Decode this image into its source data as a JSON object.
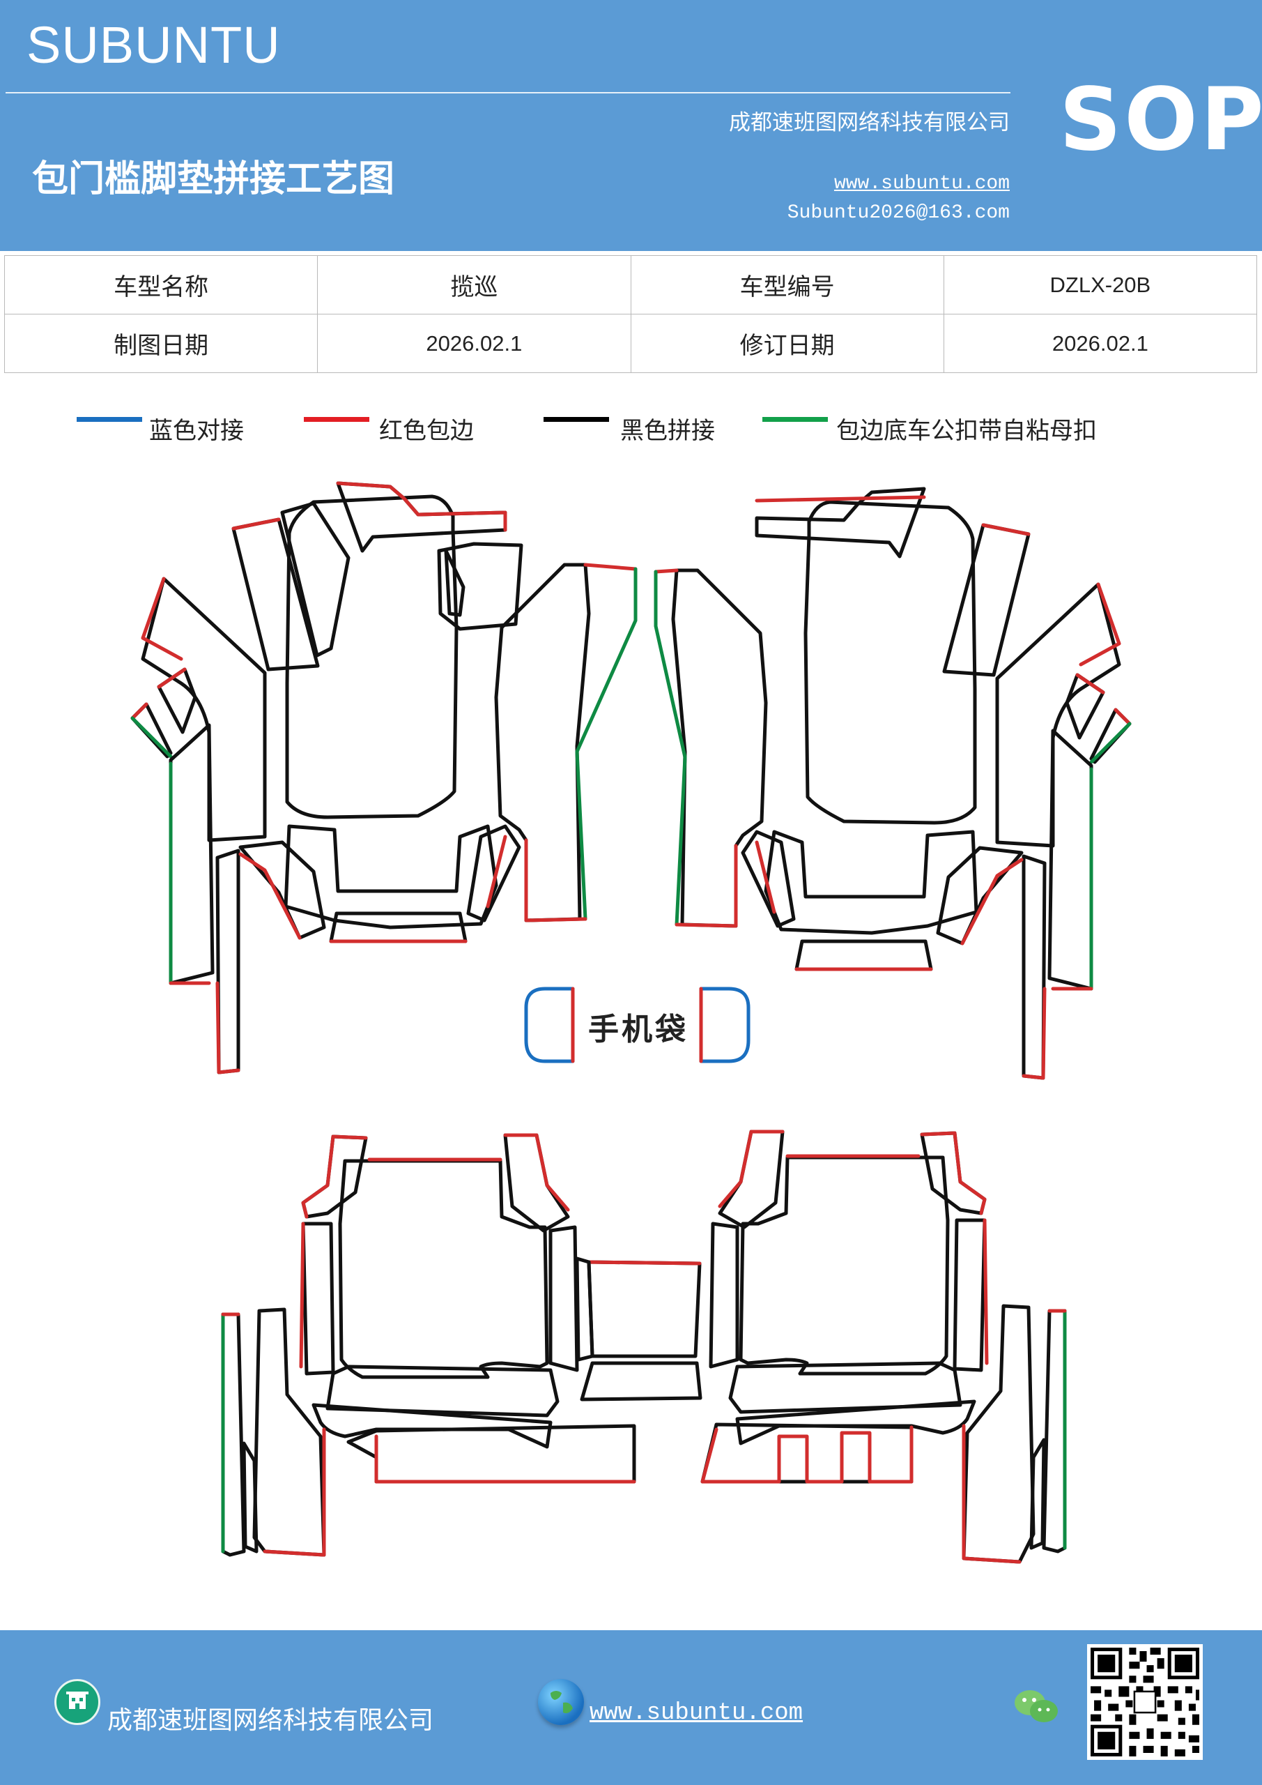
{
  "header": {
    "brand": "SUBUNTU",
    "company": "成都速班图网络科技有限公司",
    "title": "包门槛脚垫拼接工艺图",
    "website": "www.subuntu.com",
    "email": "Subuntu2026@163.com",
    "sop": "SOP",
    "background_color": "#5b9bd5"
  },
  "info_table": {
    "rows": [
      [
        "车型名称",
        "揽巡",
        "车型编号",
        "DZLX-20B"
      ],
      [
        "制图日期",
        "2026.02.1",
        "修订日期",
        "2026.02.1"
      ]
    ]
  },
  "legend": [
    {
      "label": "蓝色对接",
      "color": "#1a6fc0"
    },
    {
      "label": "红色包边",
      "color": "#e31e24"
    },
    {
      "label": "黑色拼接",
      "color": "#000000"
    },
    {
      "label": "包边底车公扣带自粘母扣",
      "color": "#12a04a"
    }
  ],
  "diagram": {
    "phone_pocket_label": "手机袋",
    "stroke_colors": {
      "blue": "#1a6fc0",
      "red": "#d22d2d",
      "black": "#111111",
      "green": "#0e8a43"
    }
  },
  "footer": {
    "company": "成都速班图网络科技有限公司",
    "website": "www.subuntu.com",
    "icons": [
      "building-icon",
      "globe-icon",
      "wechat-icon",
      "qr-code"
    ]
  }
}
